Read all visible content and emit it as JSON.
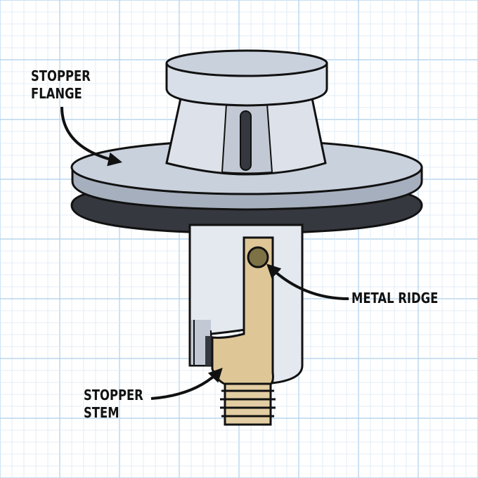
{
  "colors": {
    "background": "#ffffff",
    "grid_minor": "#dbe9f5",
    "grid_major": "#b9d5ee",
    "metal_light": "#d9dfe8",
    "metal_mid": "#c2c9d5",
    "metal_shadow": "#a6afbd",
    "gasket": "#35383f",
    "brass": "#dfc697",
    "brass_thread": "#e3cda3",
    "ridge_pin": "#7d7246",
    "outline": "#111111"
  },
  "labels": {
    "flange_line1": "STOPPER",
    "flange_line2": "FLANGE",
    "ridge": "METAL RIDGE",
    "stem_line1": "STOPPER",
    "stem_line2": "STEM"
  }
}
